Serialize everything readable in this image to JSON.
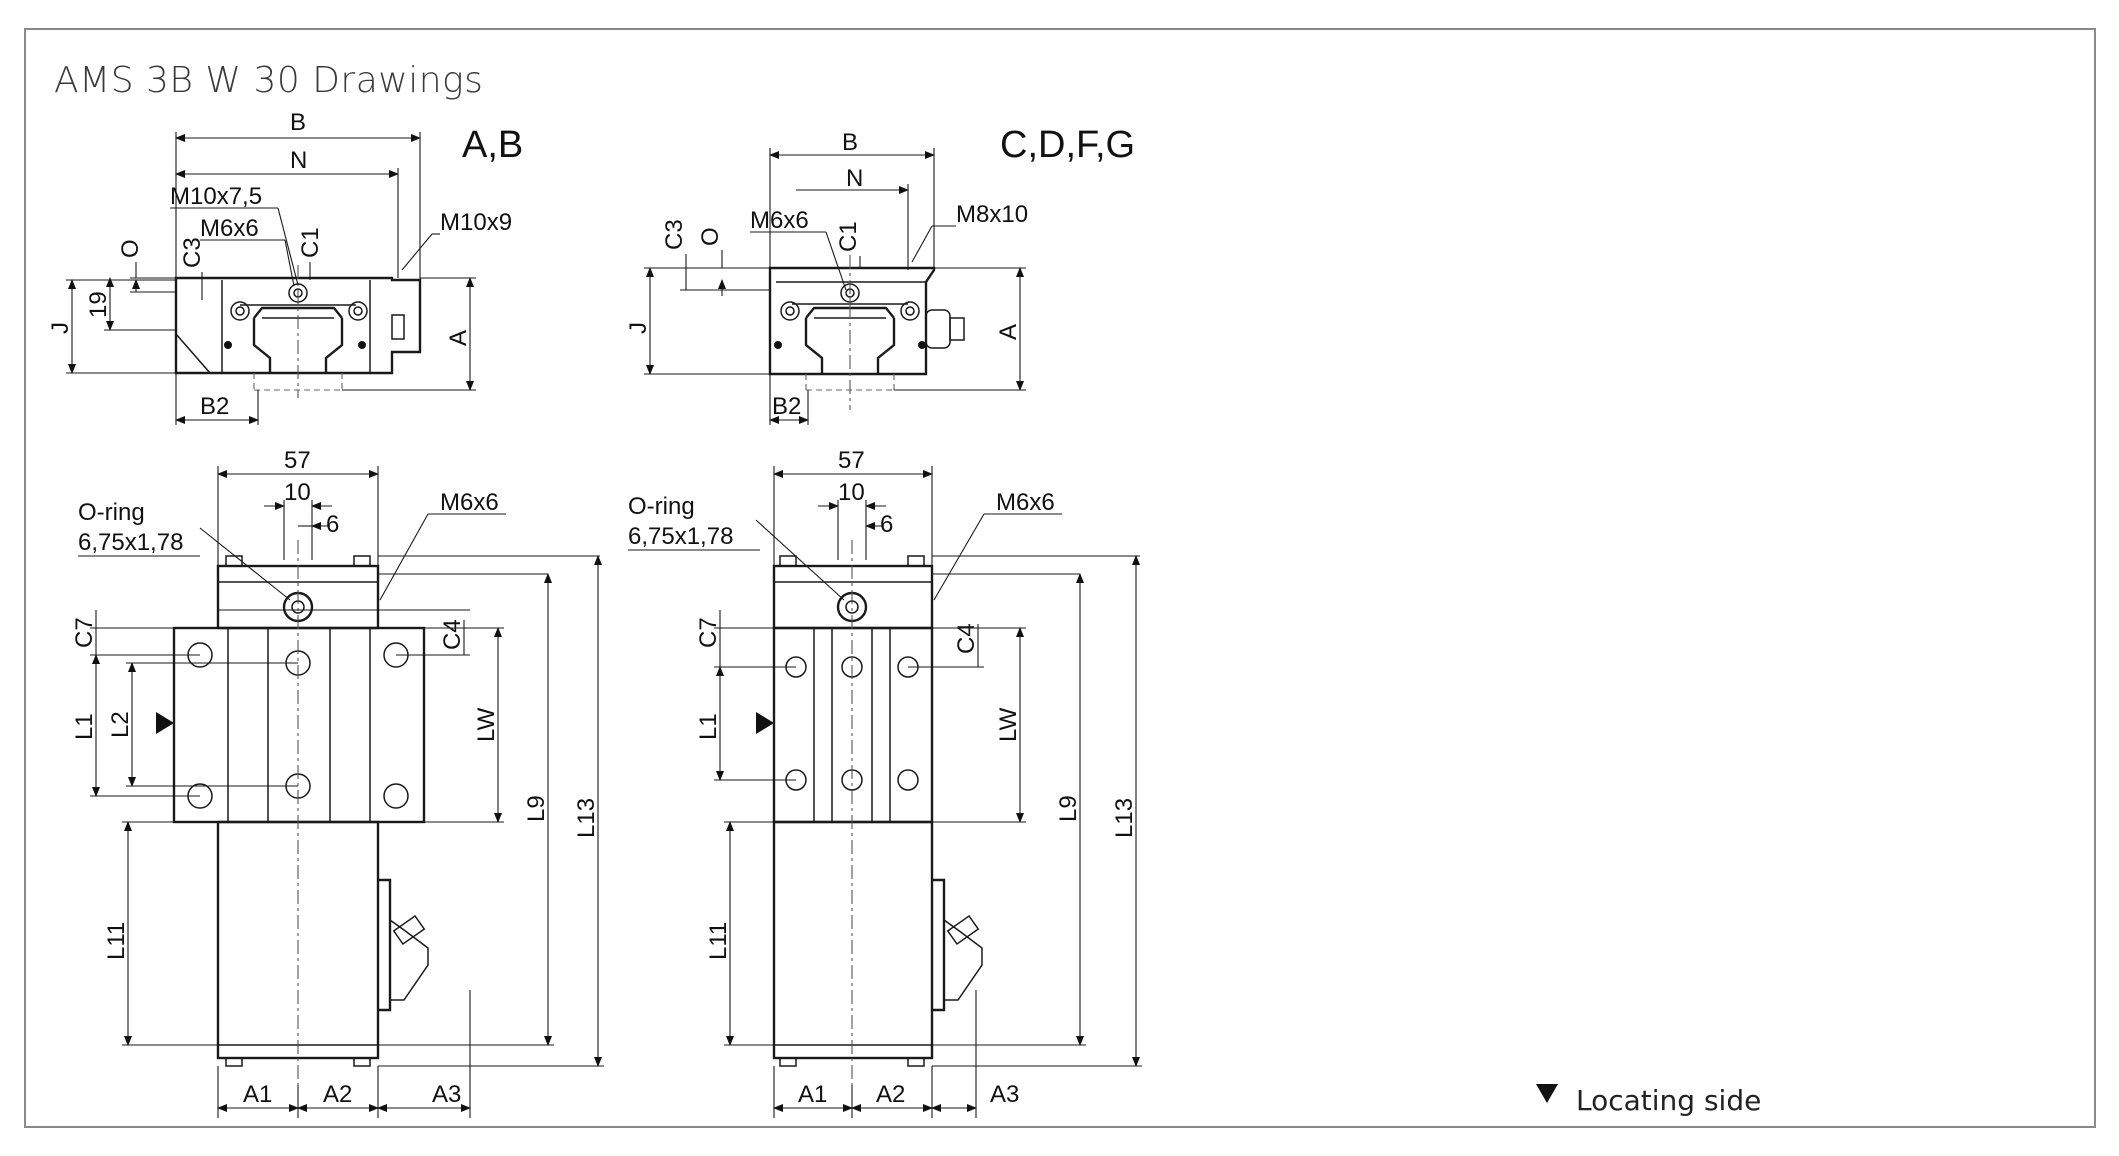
{
  "title": "AMS 3B W 30 Drawings",
  "variants": {
    "left": "A,B",
    "right": "C,D,F,G"
  },
  "top_view_left": {
    "B": "B",
    "N": "N",
    "M10x7_5": "M10x7,5",
    "M6x6": "M6x6",
    "M10x9": "M10x9",
    "O": "O",
    "C3": "C3",
    "C1": "C1",
    "dim19": "19",
    "J": "J",
    "A": "A",
    "B2": "B2"
  },
  "top_view_right": {
    "B": "B",
    "N": "N",
    "M6x6": "M6x6",
    "M8x10": "M8x10",
    "C3": "C3",
    "O": "O",
    "C1": "C1",
    "J": "J",
    "A": "A",
    "B2": "B2"
  },
  "side_view_left": {
    "d57": "57",
    "d10": "10",
    "d6": "6",
    "oring": "O-ring",
    "oring_size": "6,75x1,78",
    "M6x6": "M6x6",
    "C7": "C7",
    "C4": "C4",
    "L1": "L1",
    "L2": "L2",
    "LW": "LW",
    "L9": "L9",
    "L13": "L13",
    "L11": "L11",
    "A1": "A1",
    "A2": "A2",
    "A3": "A3"
  },
  "side_view_right": {
    "d57": "57",
    "d10": "10",
    "d6": "6",
    "oring": "O-ring",
    "oring_size": "6,75x1,78",
    "M6x6": "M6x6",
    "C7": "C7",
    "C4": "C4",
    "L1": "L1",
    "LW": "LW",
    "L9": "L9",
    "L13": "L13",
    "L11": "L11",
    "A1": "A1",
    "A2": "A2",
    "A3": "A3"
  },
  "legend": {
    "locating_side": "Locating side",
    "icon": "triangle-down-icon"
  },
  "colors": {
    "line": "#1a1a1a",
    "frame": "#8a8a8a",
    "background": "#ffffff"
  }
}
